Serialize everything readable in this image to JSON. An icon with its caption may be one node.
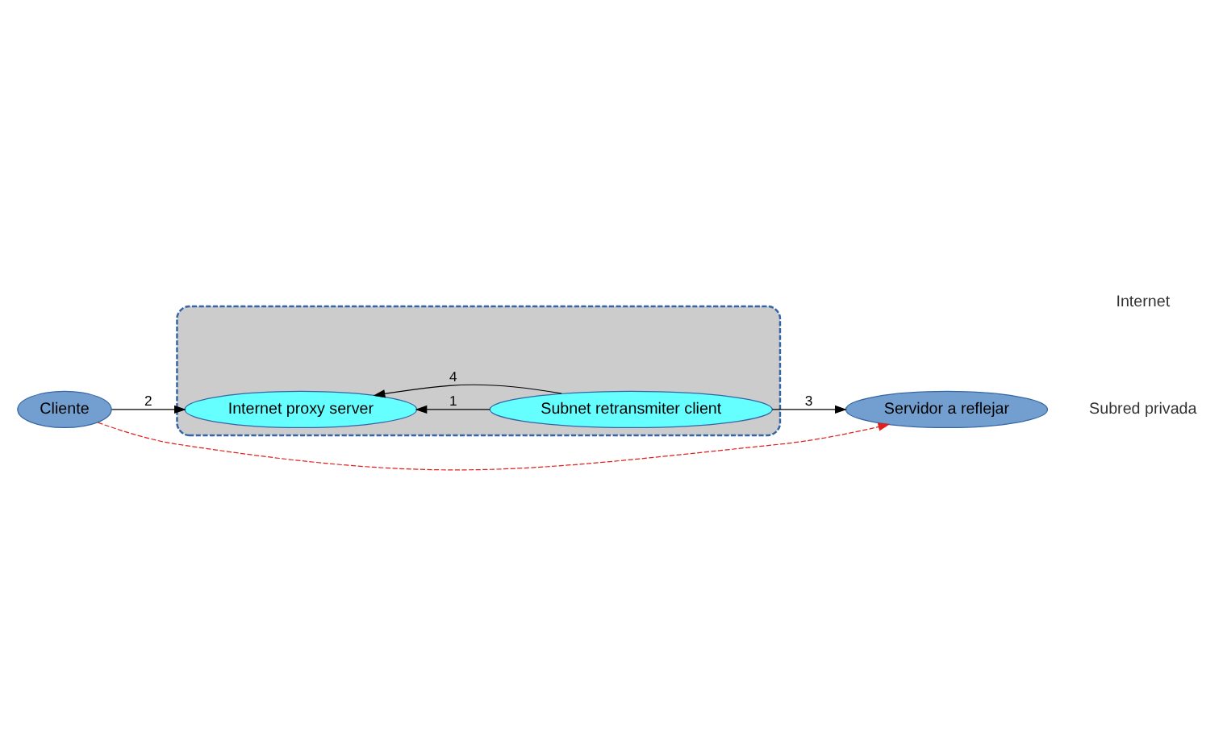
{
  "diagram": {
    "nodes": [
      {
        "text": [
          "Cliente"
        ]
      },
      {
        "text": [],
        "shape": "cloud"
      },
      {
        "text": [
          "Internet proxy server"
        ],
        "in": 1
      },
      {
        "text": [
          "Subnet retransmiter client"
        ],
        "in": 1
      },
      {
        "text": [
          "Servidor a reflejar"
        ]
      }
    ],
    "edges": [
      {
        "from": 0,
        "to": 2,
        "arrow": "to",
        "label": "2"
      },
      {
        "from": 3,
        "to": 2,
        "arrow": "to",
        "label": "1"
      },
      {
        "from": 3,
        "to": 4,
        "arrow": "to",
        "label": "3"
      },
      {
        "from": 3,
        "to": 2,
        "arrow": "to",
        "label": "4"
      },
      {
        "from": 0,
        "to": 4,
        "arrow": "to",
        "style": "dashed",
        "color": "#e0201c"
      }
    ],
    "labels": [
      "Internet",
      "Subred privada"
    ]
  }
}
